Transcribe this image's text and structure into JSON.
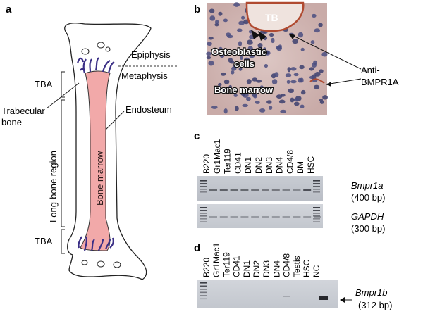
{
  "panel_a": {
    "letter": "a",
    "epiphysis": "Epiphysis",
    "metaphysis": "Metaphysis",
    "tba_top": "TBA",
    "tba_bottom": "TBA",
    "trabecular_line1": "Trabecular",
    "trabecular_line2": "bone",
    "endosteum": "Endosteum",
    "long_bone_region": "Long-bone region",
    "bone_marrow": "Bone marrow"
  },
  "panel_b": {
    "letter": "b",
    "tb": "TB",
    "osteoblastic_line1": "Osteoblastic",
    "osteoblastic_line2": "cells",
    "bone_marrow": "Bone marrow",
    "anti_line1": "Anti-",
    "anti_line2": "BMPR1A"
  },
  "panel_c": {
    "letter": "c",
    "lanes": [
      "B220",
      "Gr1Mac1",
      "Ter119",
      "CD41",
      "DN1",
      "DN2",
      "DN3",
      "DN4",
      "CD4/8",
      "BM",
      "HSC"
    ],
    "gene1": "Bmpr1a",
    "gene1_size": "(400 bp)",
    "gene2": "GAPDH",
    "gene2_size": "(300 bp)"
  },
  "panel_d": {
    "letter": "d",
    "lanes": [
      "B220",
      "Gr1Mac1",
      "Ter119",
      "CD41",
      "DN1",
      "DN2",
      "DN3",
      "DN4",
      "CD4/8",
      "Testis",
      "HSC",
      "NC"
    ],
    "gene": "Bmpr1b",
    "gene_size": "(312 bp)"
  }
}
